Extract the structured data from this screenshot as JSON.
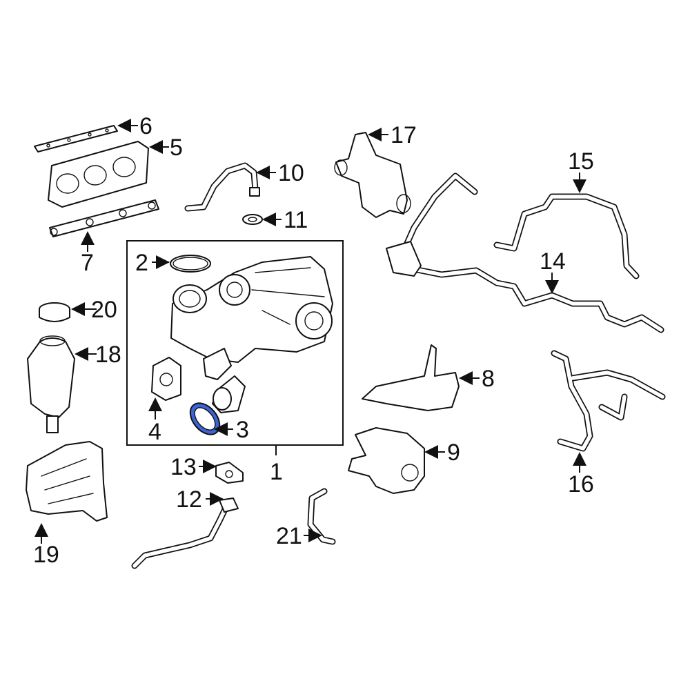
{
  "callouts": {
    "c1": "1",
    "c2": "2",
    "c3": "3",
    "c4": "4",
    "c5": "5",
    "c6": "6",
    "c7": "7",
    "c8": "8",
    "c9": "9",
    "c10": "10",
    "c11": "11",
    "c12": "12",
    "c13": "13",
    "c14": "14",
    "c15": "15",
    "c16": "16",
    "c17": "17",
    "c18": "18",
    "c19": "19",
    "c20": "20",
    "c21": "21"
  },
  "colors": {
    "highlight": "#3d63d6",
    "line": "#111111",
    "background": "#ffffff"
  },
  "highlighted_part": "3"
}
